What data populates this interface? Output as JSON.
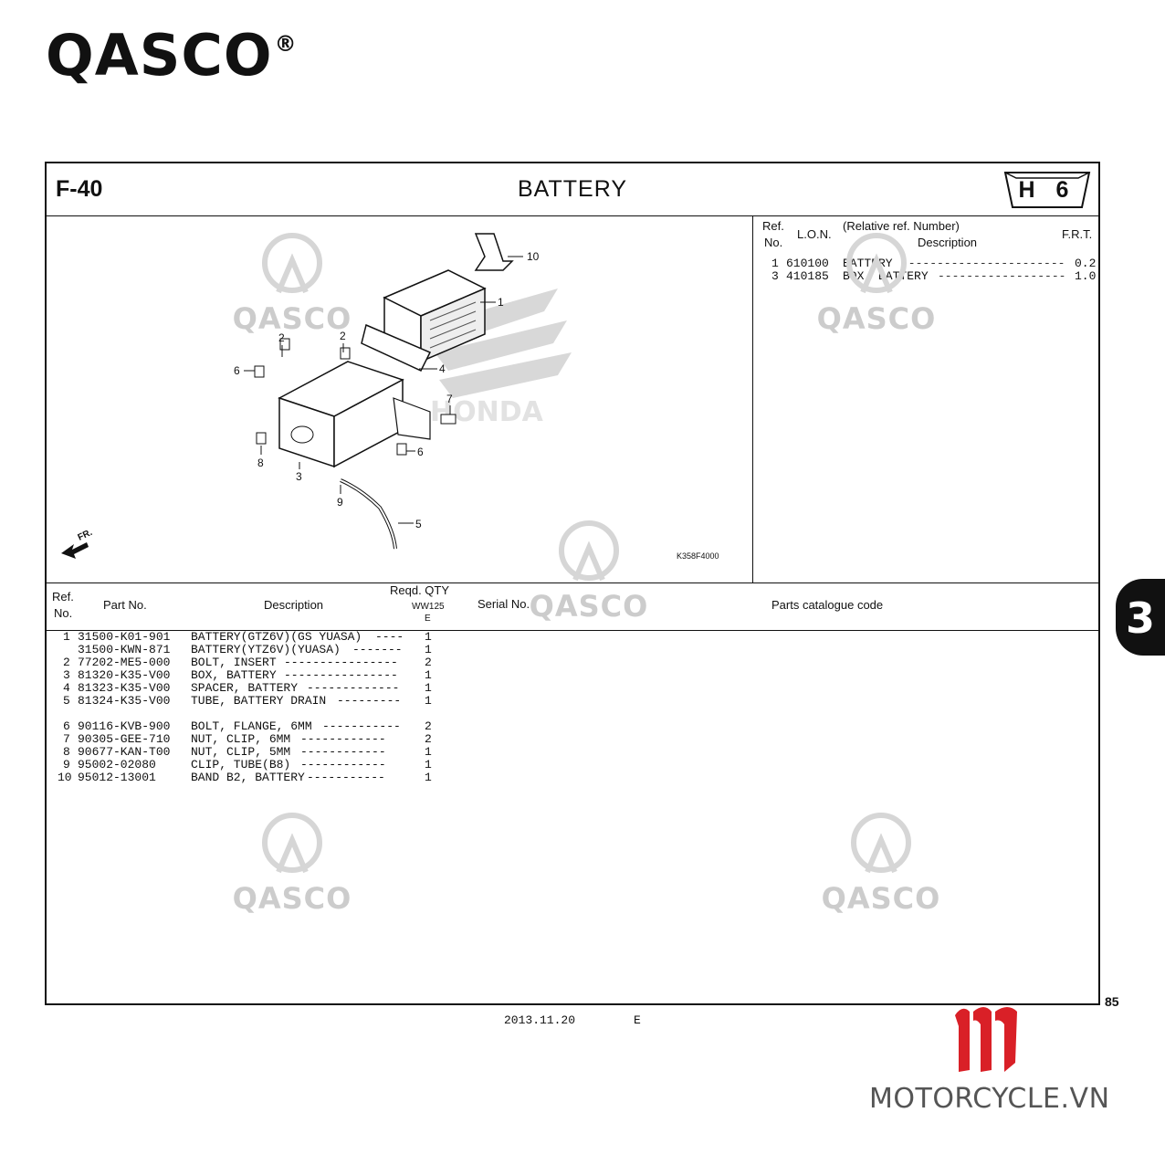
{
  "brand": {
    "name": "QASCO",
    "reg": "®"
  },
  "header": {
    "code": "F-40",
    "title": "BATTERY",
    "group": "H 6"
  },
  "figure": {
    "figure_id": "K358F4000",
    "fr_label": "FR.",
    "callouts": [
      "10",
      "1",
      "2",
      "2",
      "4",
      "6",
      "7",
      "6",
      "8",
      "3",
      "9",
      "5"
    ]
  },
  "ref_table": {
    "col_ref": "Ref.",
    "col_no": "No.",
    "col_lon": "L.O.N.",
    "col_relative": "(Relative ref. Number)",
    "col_desc": "Description",
    "col_frt": "F.R.T.",
    "rows": [
      {
        "ref": "1",
        "lon": "610100",
        "desc": "BATTERY",
        "frt": "0.2"
      },
      {
        "ref": "3",
        "lon": "410185",
        "desc": "BOX, BATTERY",
        "frt": "1.0"
      }
    ]
  },
  "parts_table": {
    "col_ref": "Ref.",
    "col_no": "No.",
    "col_part": "Part No.",
    "col_desc": "Description",
    "col_qty": "Reqd. QTY",
    "col_model": "WW125",
    "col_model_sub": "E",
    "col_serial": "Serial No.",
    "col_catalogue": "Parts catalogue code",
    "rows": [
      {
        "ref": "1",
        "part": "31500-K01-901",
        "desc": "BATTERY(GTZ6V)(GS YUASA)",
        "qty": "1"
      },
      {
        "ref": "",
        "part": "31500-KWN-871",
        "desc": "BATTERY(YTZ6V)(YUASA)",
        "qty": "1"
      },
      {
        "ref": "2",
        "part": "77202-ME5-000",
        "desc": "BOLT, INSERT",
        "qty": "2"
      },
      {
        "ref": "3",
        "part": "81320-K35-V00",
        "desc": "BOX, BATTERY",
        "qty": "1"
      },
      {
        "ref": "4",
        "part": "81323-K35-V00",
        "desc": "SPACER, BATTERY",
        "qty": "1"
      },
      {
        "ref": "5",
        "part": "81324-K35-V00",
        "desc": "TUBE, BATTERY DRAIN",
        "qty": "1"
      },
      {
        "ref": "6",
        "part": "90116-KVB-900",
        "desc": "BOLT, FLANGE, 6MM",
        "qty": "2"
      },
      {
        "ref": "7",
        "part": "90305-GEE-710",
        "desc": "NUT, CLIP, 6MM",
        "qty": "2"
      },
      {
        "ref": "8",
        "part": "90677-KAN-T00",
        "desc": "NUT, CLIP, 5MM",
        "qty": "1"
      },
      {
        "ref": "9",
        "part": "95002-02080",
        "desc": "CLIP, TUBE(B8)",
        "qty": "1"
      },
      {
        "ref": "10",
        "part": "95012-13001",
        "desc": "BAND B2, BATTERY",
        "qty": "1"
      }
    ]
  },
  "watermark": "QASCO",
  "footer": {
    "date": "2013.11.20",
    "edition": "E",
    "page": "85"
  },
  "section_tab": "3",
  "site_logo": "MOTORCYCLE.VN"
}
